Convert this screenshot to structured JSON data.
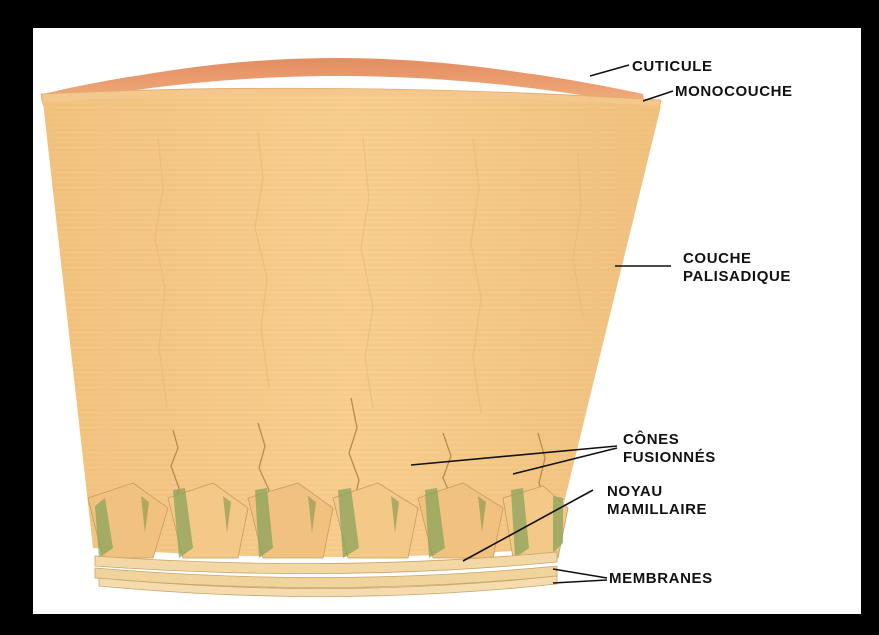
{
  "labels": {
    "cuticle": "CUTICULE",
    "monolayer": "MONOCOUCHE",
    "palisade_1": "COUCHE",
    "palisade_2": "PALISADIQUE",
    "cones_1": "CÔNES",
    "cones_2": "FUSIONNÉS",
    "mammillary_1": "NOYAU",
    "mammillary_2": "MAMILLAIRE",
    "membranes": "MEMBRANES"
  },
  "colors": {
    "background": "#000000",
    "frame": "#ffffff",
    "cuticle": "#e89c6c",
    "palisade": "#f6c985",
    "palisade_light": "#fbdba2",
    "cone_shadow": "#8aa35a",
    "membrane": "#f3d8a6",
    "leader_line": "#111111"
  }
}
